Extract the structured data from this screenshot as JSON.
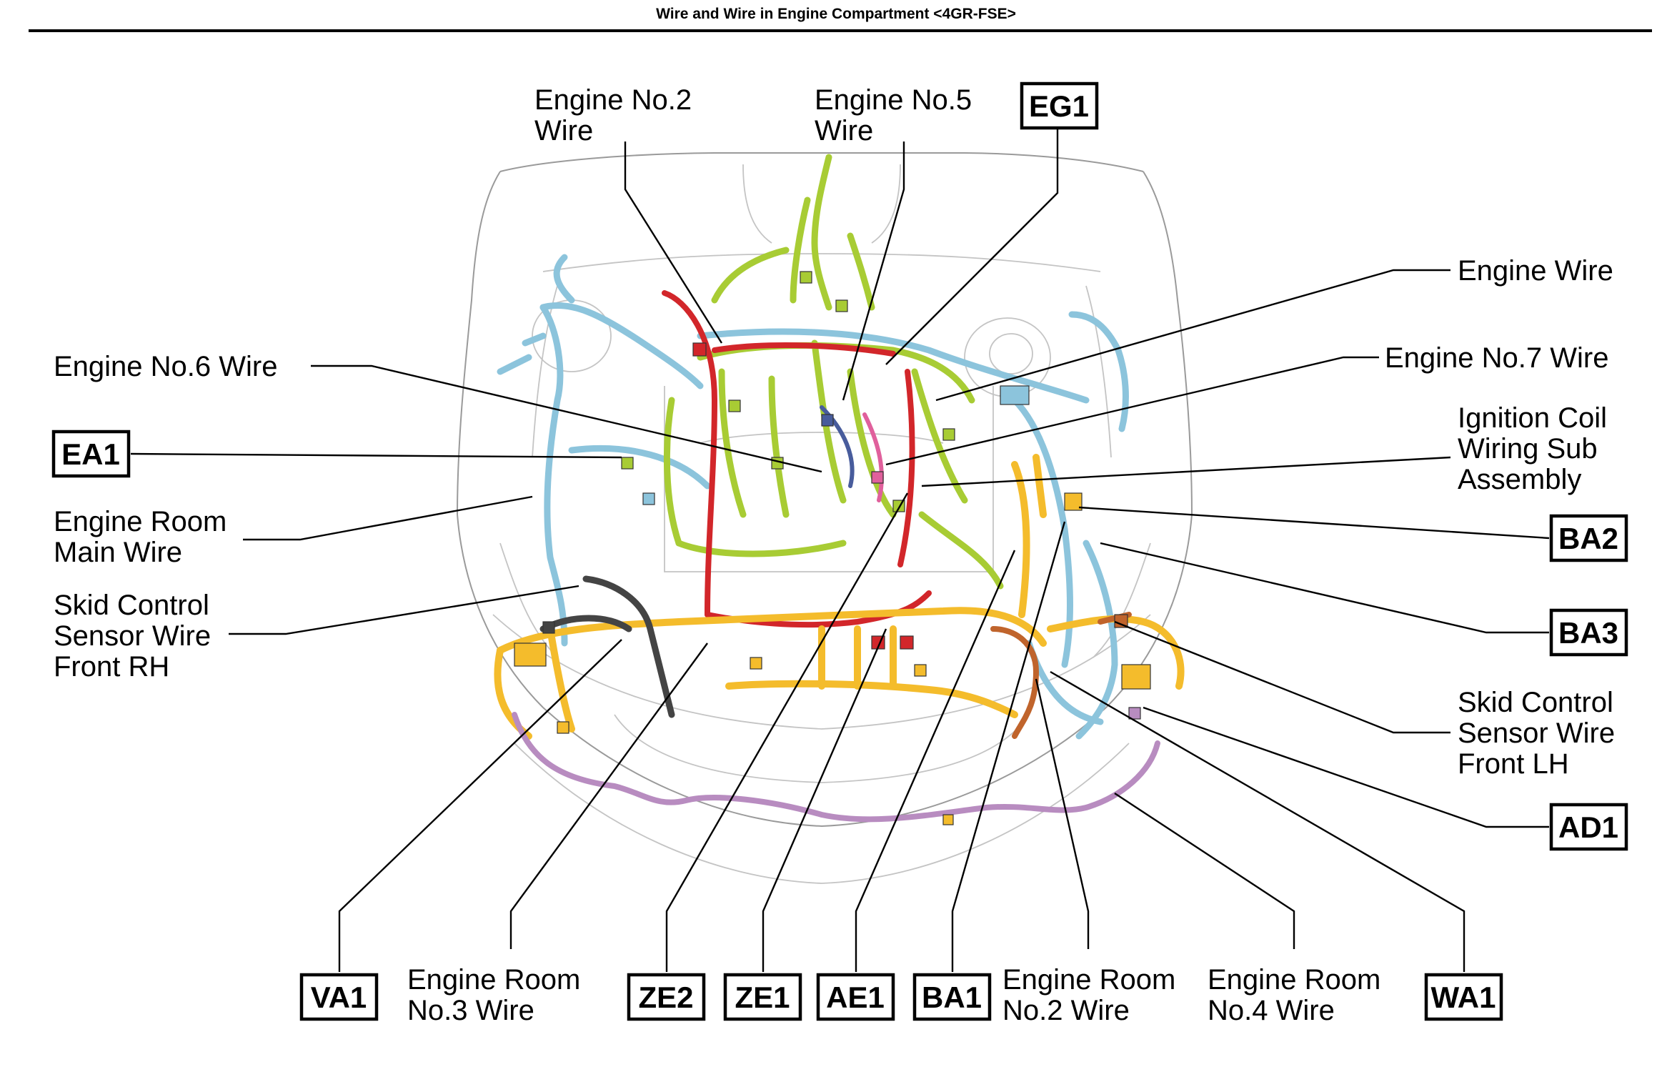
{
  "title": "Wire and Wire in Engine Compartment <4GR-FSE>",
  "labels": {
    "engine_no2_wire": [
      "Engine No.2",
      "Wire"
    ],
    "engine_no5_wire": [
      "Engine No.5",
      "Wire"
    ],
    "engine_wire": "Engine Wire",
    "engine_no7_wire": "Engine No.7 Wire",
    "engine_no6_wire": "Engine No.6 Wire",
    "ignition_coil": [
      "Ignition Coil",
      "Wiring Sub",
      "Assembly"
    ],
    "engine_room_main_wire": [
      "Engine Room",
      "Main Wire"
    ],
    "skid_control_rh": [
      "Skid Control",
      "Sensor Wire",
      "Front RH"
    ],
    "skid_control_lh": [
      "Skid Control",
      "Sensor Wire",
      "Front LH"
    ],
    "engine_room_no3_wire": [
      "Engine Room",
      "No.3 Wire"
    ],
    "engine_room_no2_wire": [
      "Engine Room",
      "No.2 Wire"
    ],
    "engine_room_no4_wire": [
      "Engine Room",
      "No.4 Wire"
    ]
  },
  "connectors": {
    "eg1": "EG1",
    "ea1": "EA1",
    "ba2": "BA2",
    "ba3": "BA3",
    "ad1": "AD1",
    "va1": "VA1",
    "ze2": "ZE2",
    "ze1": "ZE1",
    "ae1": "AE1",
    "ba1": "BA1",
    "wa1": "WA1"
  },
  "wire_colors": {
    "engine_room_main": "#8cc4dc",
    "engine": "#a8cc34",
    "engine_no2": "#d2262a",
    "engine_room_no2": "#f4bc2c",
    "engine_room_no4": "#b88cc0",
    "skid_sensor": "#444444",
    "ignition_coil": "#c0642c",
    "engine_no5": "#485c9c",
    "engine_no7": "#e0609c"
  }
}
